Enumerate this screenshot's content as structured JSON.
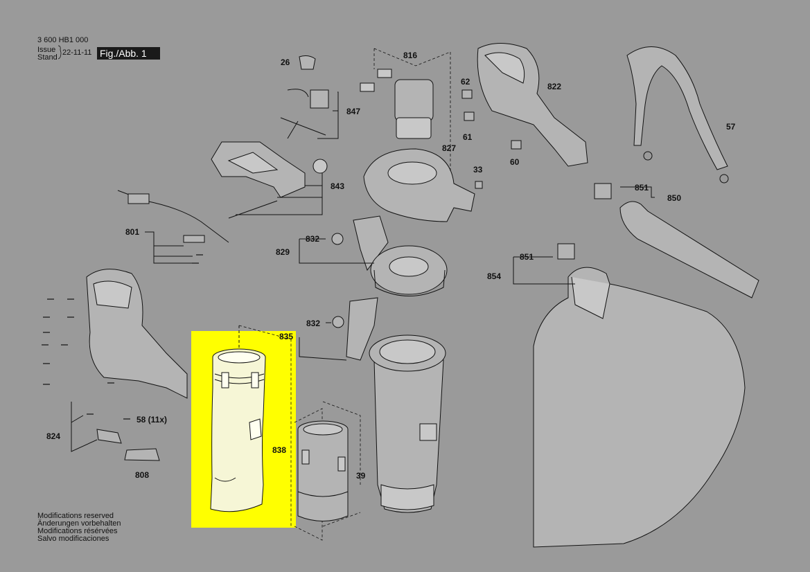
{
  "header": {
    "doc_number": "3 600 HB1 000",
    "issue_label": "Issue",
    "stand_label": "Stand",
    "date": "22-11-11",
    "figure": "Fig./Abb. 1"
  },
  "notes": [
    "Modifications reserved",
    "Änderungen vorbehalten",
    "Modifications résérvées",
    "Salvo modificaciones"
  ],
  "parts": {
    "p26": "26",
    "p816": "816",
    "p62": "62",
    "p822": "822",
    "p847": "847",
    "p61": "61",
    "p57": "57",
    "p827": "827",
    "p60": "60",
    "p33": "33",
    "p843": "843",
    "p851a": "851",
    "p850": "850",
    "p801": "801",
    "p832a": "832",
    "p829": "829",
    "p851b": "851",
    "p854": "854",
    "p832b": "832",
    "p835": "835",
    "p58": "58 (11x)",
    "p824": "824",
    "p838": "838",
    "p39": "39",
    "p808": "808"
  },
  "colors": {
    "background": "#9a9a9a",
    "highlight": "#ffff00",
    "line": "#111111",
    "part_fill": "#b4b4b4"
  }
}
